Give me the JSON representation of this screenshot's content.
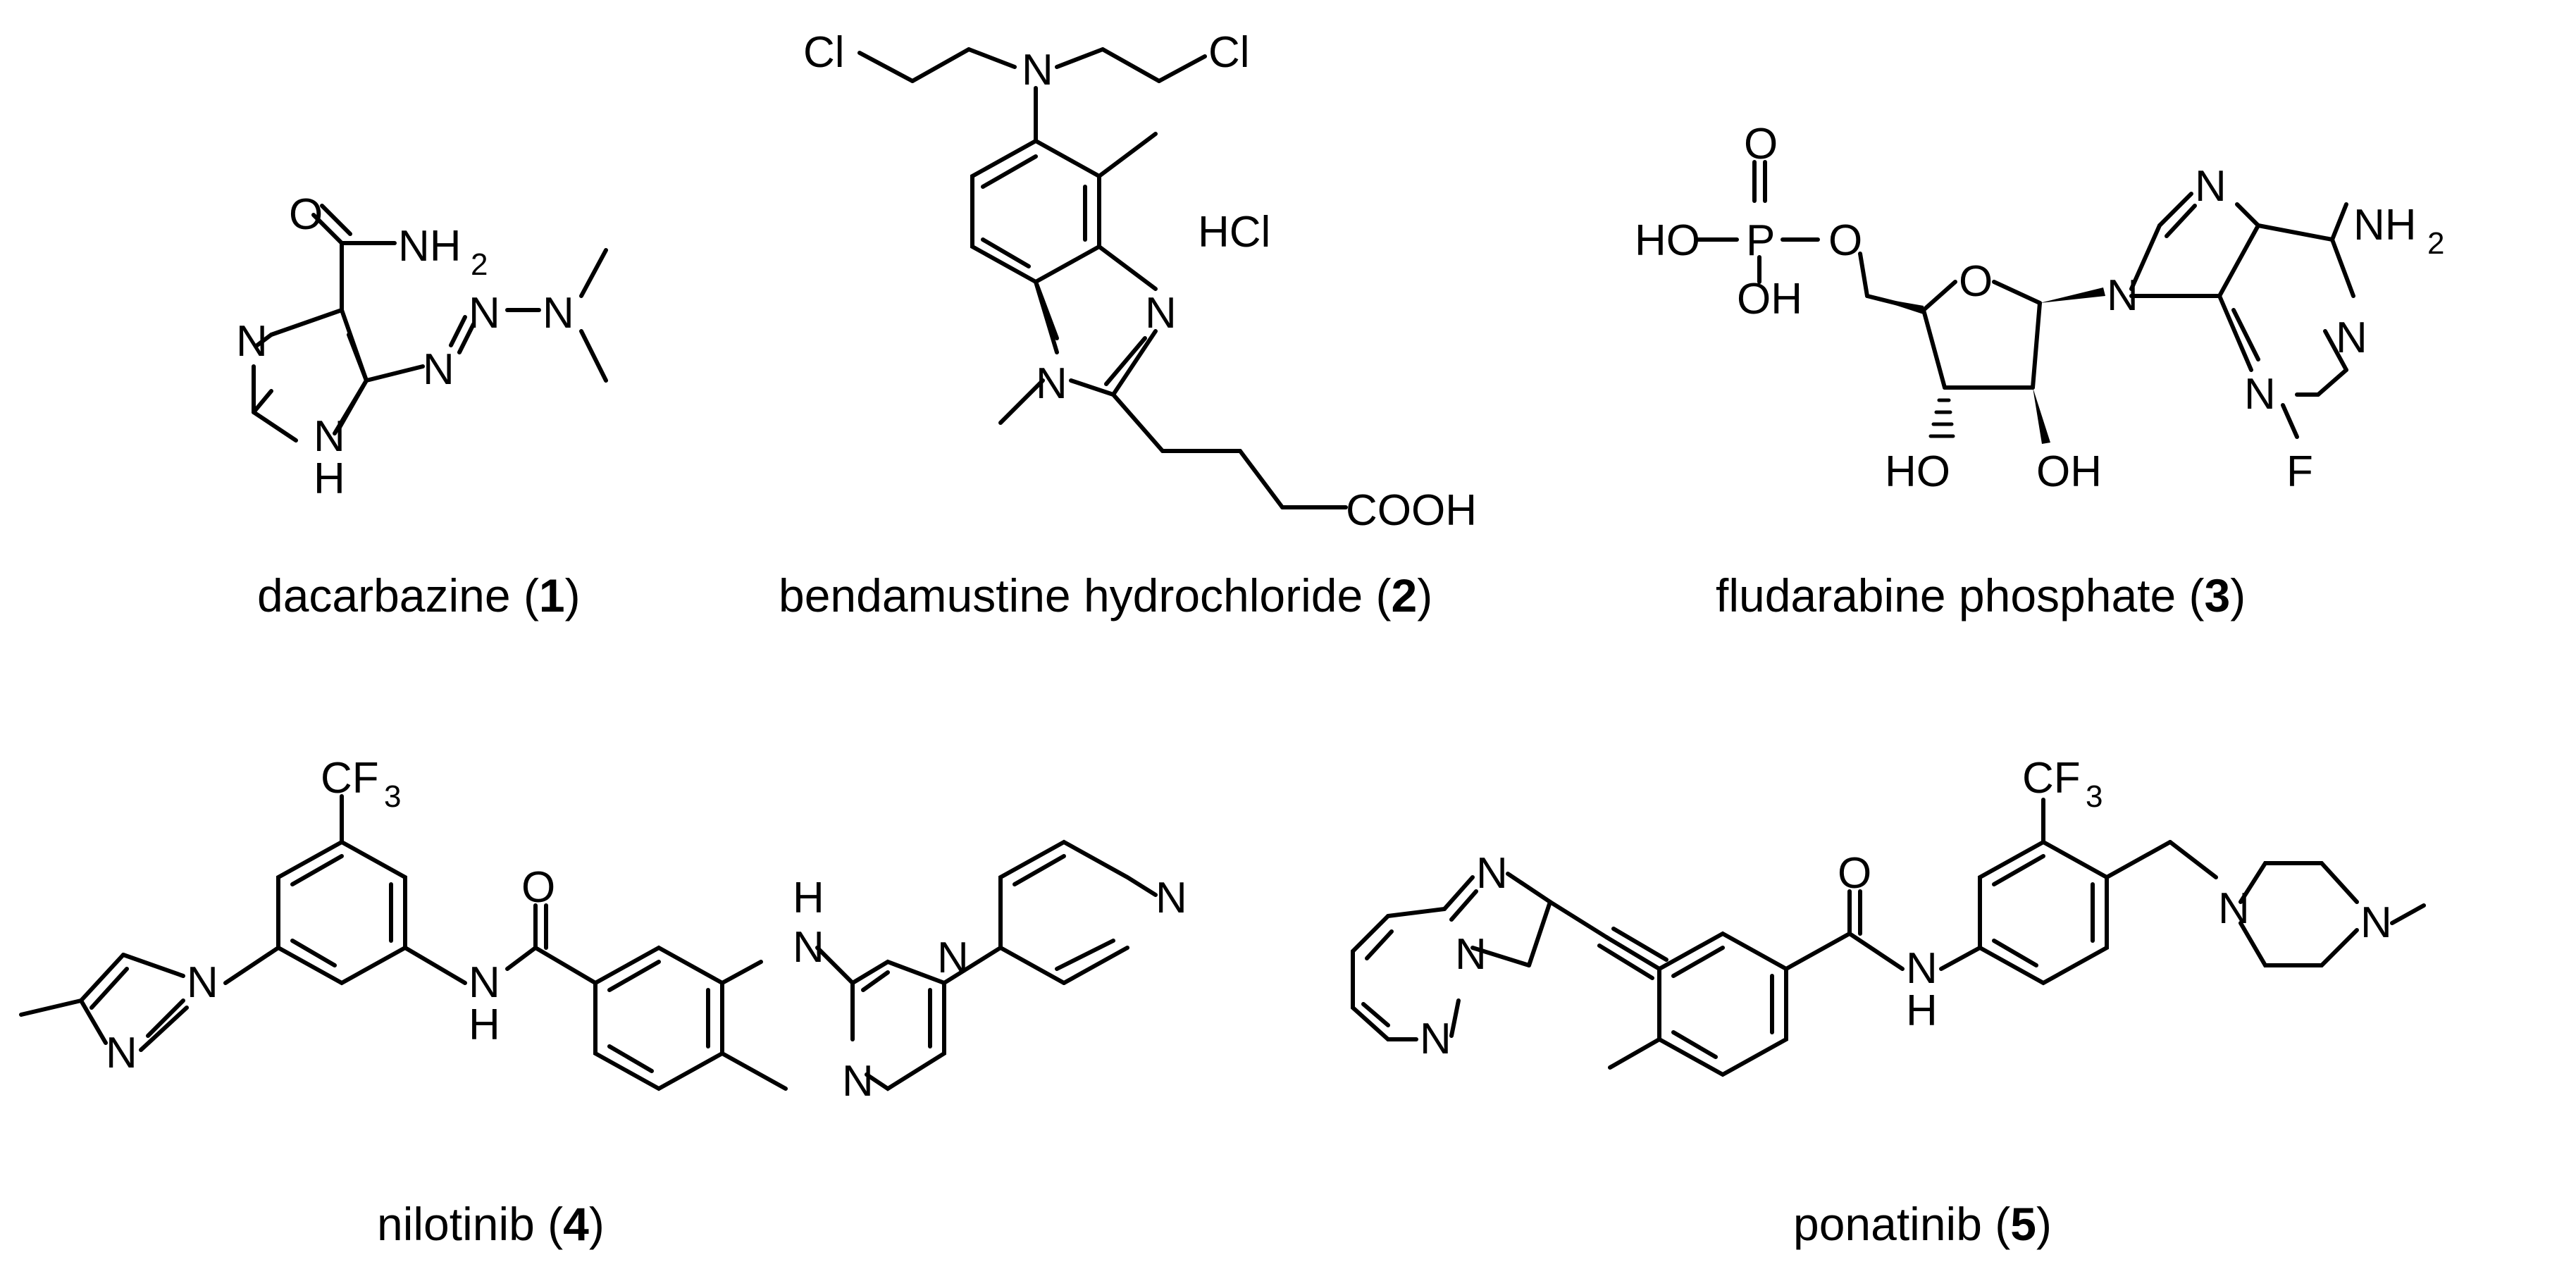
{
  "figure": {
    "compounds": [
      {
        "id": "1",
        "name": "dacarbazine",
        "caption_paren_open": "(",
        "caption_paren_close": ")",
        "labels": {
          "o": "O",
          "nh2": "NH",
          "nh2_sub": "2",
          "n_ring": "N",
          "nh_n": "N",
          "nh_h": "H",
          "n1": "N",
          "n2": "N",
          "n3": "N"
        }
      },
      {
        "id": "2",
        "name": "bendamustine hydrochloride",
        "caption_paren_open": "(",
        "caption_paren_close": ")",
        "labels": {
          "cl_left": "Cl",
          "cl_right": "Cl",
          "n_top": "N",
          "hcl": "HCl",
          "n_ring_r": "N",
          "n_ring_l": "N",
          "cooh": "COOH"
        }
      },
      {
        "id": "3",
        "name": "fludarabine phosphate",
        "caption_paren_open": "(",
        "caption_paren_close": ")",
        "labels": {
          "o_top": "O",
          "p": "P",
          "ho": "HO",
          "oh_p": "OH",
          "o_link": "O",
          "o_ring": "O",
          "ho_3": "HO",
          "oh_2": "OH",
          "n9": "N",
          "n7": "N",
          "nh2": "NH",
          "nh2_sub": "2",
          "n1": "N",
          "n3": "N",
          "f": "F"
        }
      },
      {
        "id": "4",
        "name": "nilotinib",
        "caption_paren_open": "(",
        "caption_paren_close": ")",
        "labels": {
          "cf3": "CF",
          "cf3_sub": "3",
          "n_im1": "N",
          "n_im3": "N",
          "o": "O",
          "nh_amide_n": "N",
          "nh_amide_h": "H",
          "nh_h": "H",
          "nh_n": "N",
          "n_pyr1": "N",
          "n_pyr3": "N",
          "n_pyridine": "N"
        }
      },
      {
        "id": "5",
        "name": "ponatinib",
        "caption_paren_open": "(",
        "caption_paren_close": ")",
        "labels": {
          "n_im": "N",
          "n_bridge": "N",
          "n_pyridazine": "N",
          "o": "O",
          "cf3": "CF",
          "cf3_sub": "3",
          "nh_n": "N",
          "nh_h": "H",
          "n_pip1": "N",
          "n_pip4": "N"
        }
      }
    ]
  }
}
